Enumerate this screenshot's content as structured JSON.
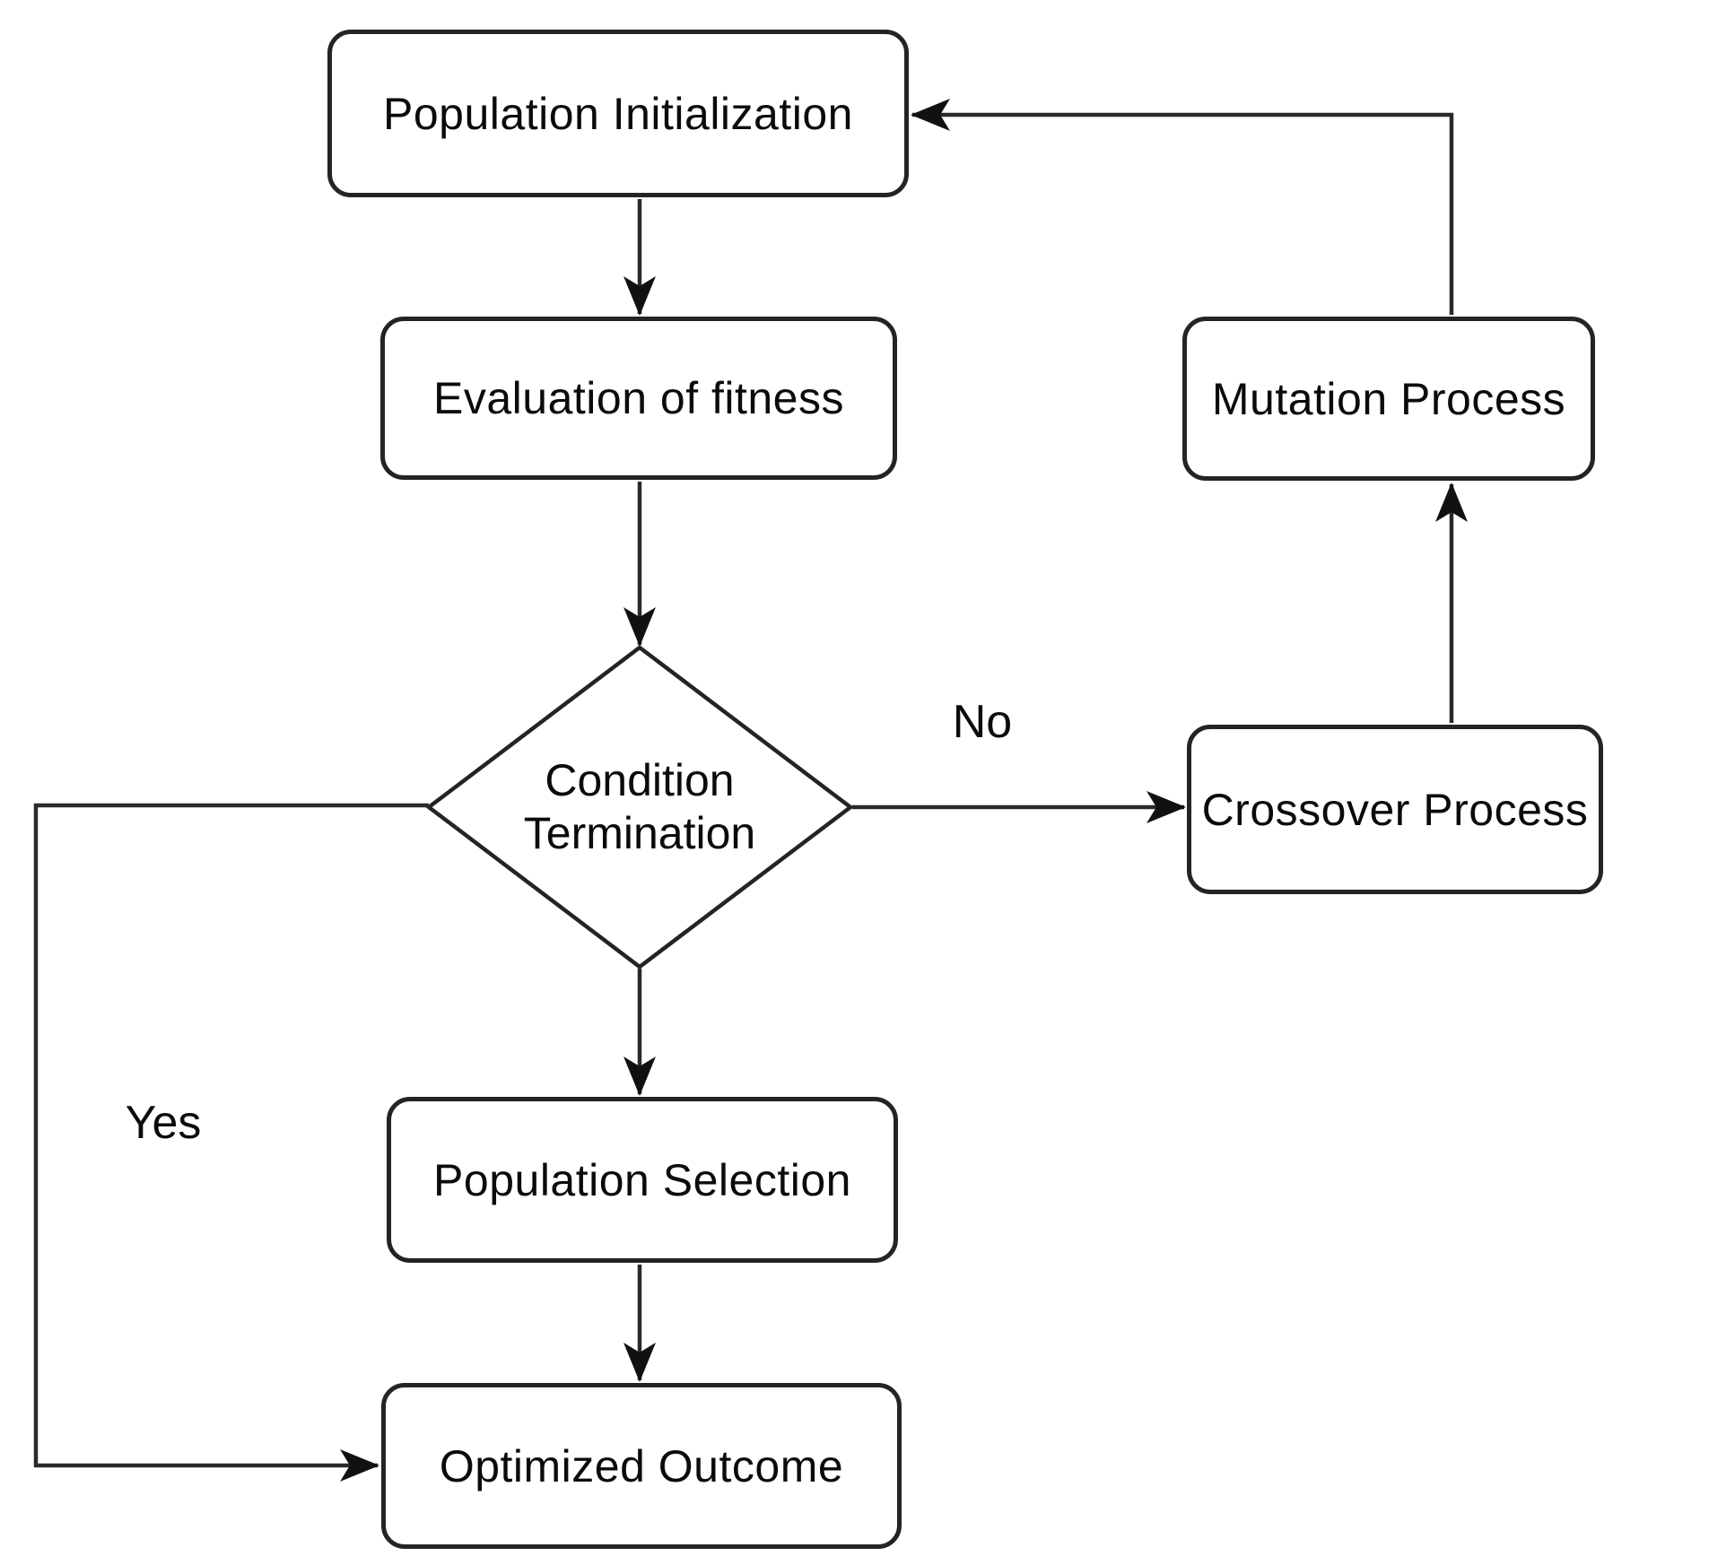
{
  "figure": {
    "type": "flowchart",
    "background_color": "#ffffff",
    "stroke_color": "#242424",
    "text_color": "#0b0b0b"
  },
  "nodes": {
    "population_initialization": {
      "label": "Population Initialization",
      "shape": "rounded-rect"
    },
    "evaluation_of_fitness": {
      "label": "Evaluation of fitness",
      "shape": "rounded-rect"
    },
    "condition_termination": {
      "label_line1": "Condition",
      "label_line2": "Termination",
      "shape": "diamond"
    },
    "population_selection": {
      "label": "Population Selection",
      "shape": "rounded-rect"
    },
    "optimized_outcome": {
      "label": "Optimized Outcome",
      "shape": "rounded-rect"
    },
    "crossover_process": {
      "label": "Crossover Process",
      "shape": "rounded-rect"
    },
    "mutation_process": {
      "label": "Mutation Process",
      "shape": "rounded-rect"
    }
  },
  "edge_labels": {
    "no": "No",
    "yes": "Yes"
  },
  "edges": [
    {
      "from": "Population Initialization",
      "to": "Evaluation of fitness",
      "label": ""
    },
    {
      "from": "Evaluation of fitness",
      "to": "Condition Termination",
      "label": ""
    },
    {
      "from": "Condition Termination",
      "to": "Crossover Process",
      "label": "No"
    },
    {
      "from": "Crossover Process",
      "to": "Mutation Process",
      "label": ""
    },
    {
      "from": "Mutation Process",
      "to": "Population Initialization",
      "label": ""
    },
    {
      "from": "Condition Termination",
      "to": "Population Selection",
      "label": ""
    },
    {
      "from": "Population Selection",
      "to": "Optimized Outcome",
      "label": ""
    },
    {
      "from": "Condition Termination",
      "to": "Optimized Outcome",
      "label": "Yes"
    }
  ]
}
